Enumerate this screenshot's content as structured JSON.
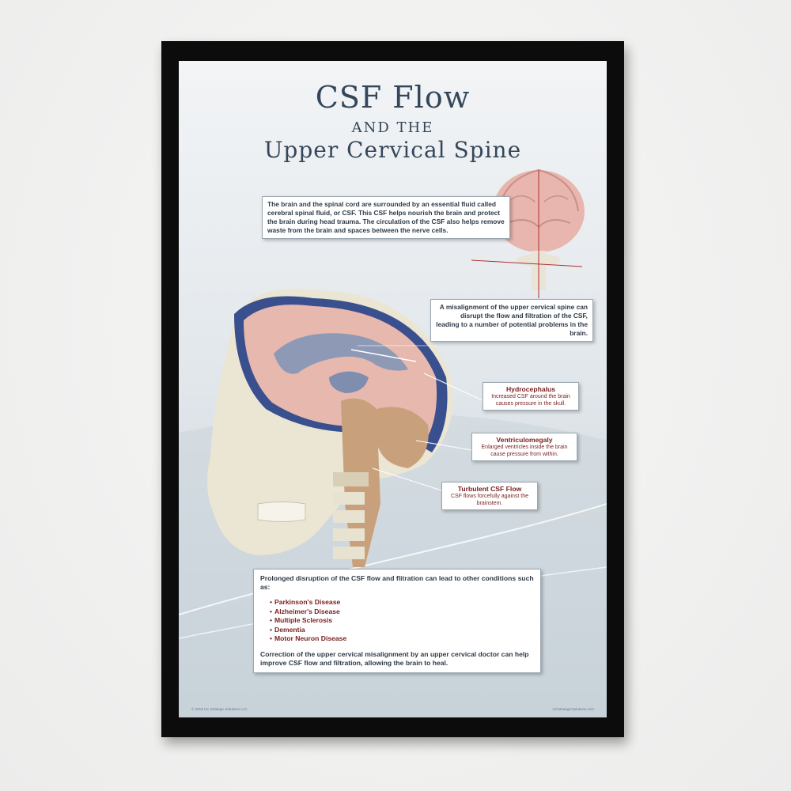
{
  "poster": {
    "title_main": "CSF Flow",
    "title_sub1": "AND THE",
    "title_sub2": "Upper Cervical Spine",
    "intro_text": "The brain and the spinal cord are surrounded by an essential fluid called cerebral spinal fluid, or CSF.  This CSF helps nourish the brain and protect the brain during head trauma. The circulation of the CSF also helps remove waste from the brain and spaces between the nerve cells.",
    "misalign_text": "A misalignment of the upper cervical spine can disrupt the flow and filtration of the CSF, leading to a number of potential problems in the brain.",
    "callouts": [
      {
        "title": "Hydrocephalus",
        "desc": "Increased CSF around the brain causes pressure in the skull."
      },
      {
        "title": "Ventriculomegaly",
        "desc": "Enlarged ventricles inside the brain cause pressure from within."
      },
      {
        "title": "Turbulent CSF Flow",
        "desc": "CSF flows forcefully against the brainstem."
      }
    ],
    "bottom_intro": "Prolonged disruption of the CSF flow and flitration can lead to other conditions such as:",
    "conditions": [
      "Parkinson's Disease",
      "Alzheimer's Disease",
      "Multiple Sclerosis",
      "Dementia",
      "Motor Neuron Disease"
    ],
    "bottom_outro": "Correction of the upper cervical misalignment by an upper cervical doctor can help improve CSF flow and filtration, allowing the brain to heal.",
    "footer_left": "© 2018 UC Strategic Solutions LLC",
    "footer_right": "UCStrategicSolutions.com",
    "bullet": "•"
  },
  "colors": {
    "title": "#34475a",
    "accent": "#7a1e1e",
    "frame": "#0c0c0c"
  }
}
